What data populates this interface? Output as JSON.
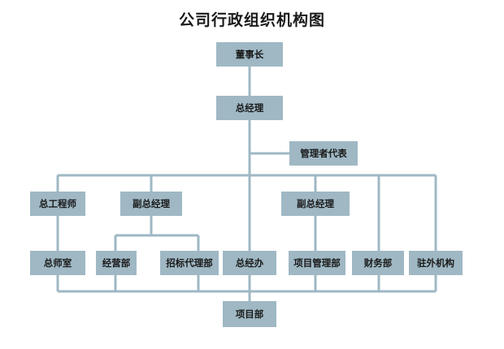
{
  "title": "公司行政组织机构图",
  "nodes": {
    "chairman": "董事长",
    "general_manager": "总经理",
    "manager_rep": "管理者代表",
    "chief_engineer": "总工程师",
    "deputy_gm_1": "副总经理",
    "deputy_gm_2": "副总经理",
    "chief_engineer_office": "总师室",
    "operations_dept": "经营部",
    "tender_agency_dept": "招标代理部",
    "gm_office": "总经办",
    "project_mgmt_dept": "项目管理部",
    "finance_dept": "财务部",
    "field_offices": "驻外机构",
    "project_dept": "项目部"
  },
  "colors": {
    "box": "#9fb8c4",
    "line": "#9fb8c4",
    "text": "#1a1a1a"
  }
}
